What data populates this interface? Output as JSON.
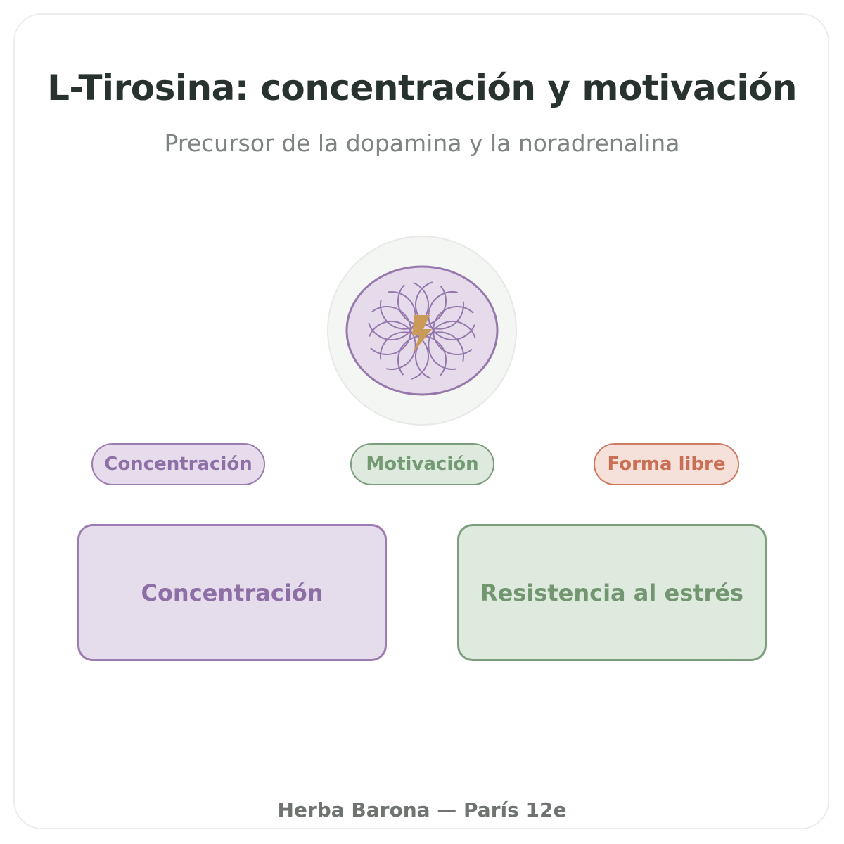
{
  "header": {
    "title": "L-Tirosina: concentración y motivación",
    "subtitle": "Precursor de la dopamina y la noradrenalina"
  },
  "emblem": {
    "icon": "lightning-bolt-icon",
    "pattern": "interlaced-circles"
  },
  "tags": [
    {
      "label": "Concentración",
      "color": "#9b7cb0"
    },
    {
      "label": "Motivación",
      "color": "#7d9e7c"
    },
    {
      "label": "Forma libre",
      "color": "#cf7a62"
    }
  ],
  "benefits": [
    {
      "label": "Concentración",
      "color": "#9c7cb1"
    },
    {
      "label": "Resistencia al estrés",
      "color": "#7d9e7c"
    }
  ],
  "footer": {
    "text": "Herba Barona — París 12e"
  },
  "colors": {
    "purple": "#9b7cb0",
    "green": "#7d9e7c",
    "orange": "#cf7a62",
    "gold": "#c99a58",
    "title": "#28332f"
  }
}
